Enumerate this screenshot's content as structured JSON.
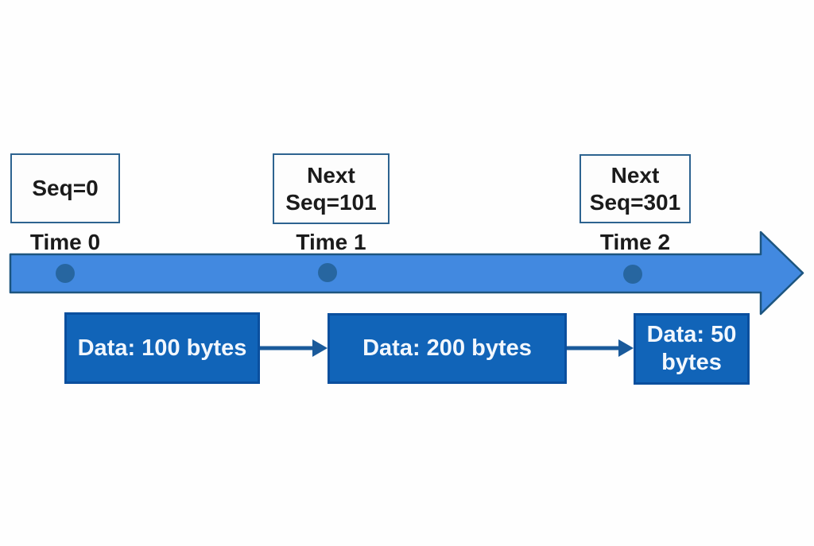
{
  "colors": {
    "background": "#fefefe",
    "timeline_fill": "#4289e0",
    "timeline_border": "#1d557f",
    "dot_fill": "#2766a0",
    "seq_box_fill": "#fdfdfd",
    "seq_box_border": "#2d6390",
    "data_box_fill": "#1164b8",
    "data_box_border": "#0a4f9e",
    "connector": "#1a5a9b",
    "text_dark": "#1b1b1b",
    "text_light": "#f2f7fd"
  },
  "timeline": {
    "events": [
      {
        "seq_label": "Seq=0",
        "time_label": "Time 0"
      },
      {
        "seq_label": "Next Seq=101",
        "time_label": "Time 1"
      },
      {
        "seq_label": "Next Seq=301",
        "time_label": "Time 2"
      }
    ]
  },
  "segments": [
    {
      "label": "Data: 100 bytes"
    },
    {
      "label": "Data: 200 bytes"
    },
    {
      "label": "Data: 50 bytes"
    }
  ]
}
